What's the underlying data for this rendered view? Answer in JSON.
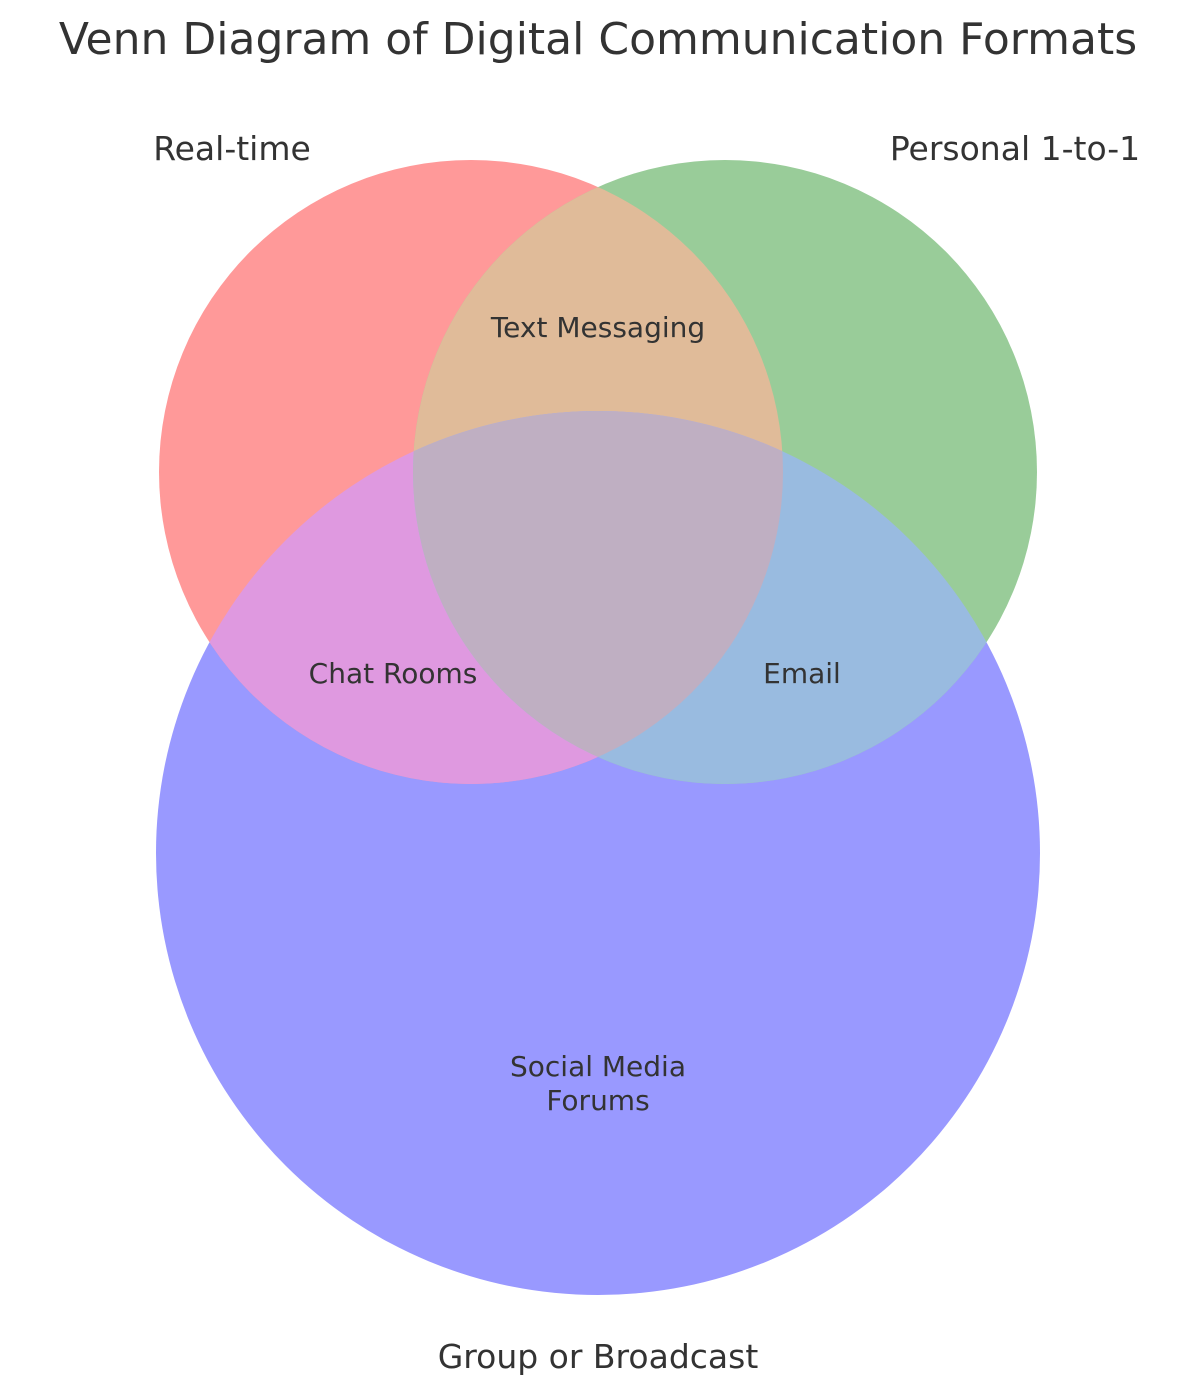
{
  "title": "Venn Diagram of Digital Communication Formats",
  "sets": [
    {
      "key": "realtime",
      "label": "Real-time",
      "color": "#ff9999"
    },
    {
      "key": "personal",
      "label": "Personal 1-to-1",
      "color": "#99cc99"
    },
    {
      "key": "group",
      "label": "Group or Broadcast",
      "color": "#9999ff"
    }
  ],
  "regions": {
    "realtime_personal": "Text Messaging",
    "realtime_group": "Chat Rooms",
    "personal_group": "Email",
    "group_only": [
      "Social Media",
      "Forums"
    ]
  },
  "region_colors": {
    "realtime_personal": "#e0bb99",
    "realtime_group": "#df99e0",
    "personal_group": "#99bbe0",
    "center": "#bfafc2"
  }
}
